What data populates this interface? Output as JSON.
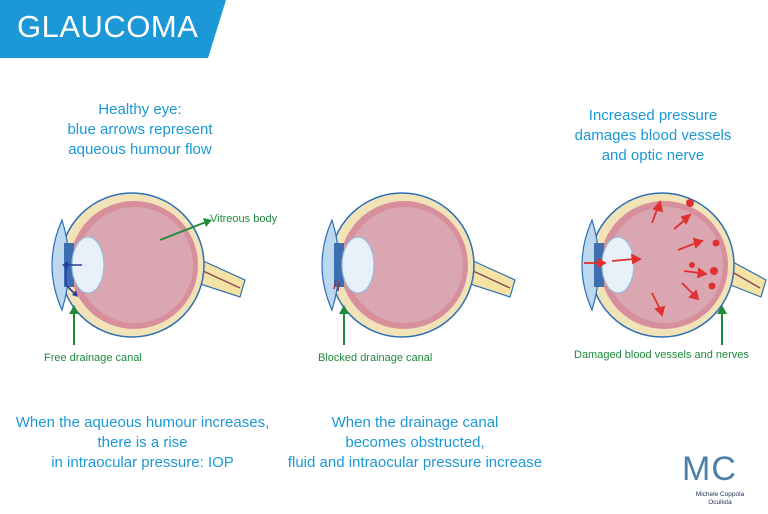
{
  "title": "GLAUCOMA",
  "captions": {
    "healthy": [
      "Healthy eye:",
      "blue arrows represent",
      "aqueous humour flow"
    ],
    "pressure": [
      "Increased pressure",
      "damages blood vessels",
      "and optic nerve"
    ]
  },
  "labels": {
    "vitreous": "Vitreous body",
    "free_canal": "Free drainage canal",
    "blocked_canal": "Blocked drainage canal",
    "damaged": "Damaged blood vessels and nerves"
  },
  "bottom": {
    "left": [
      "When the aqueous humour increases,",
      "there is a rise",
      "in intraocular pressure: IOP"
    ],
    "right": [
      "When the drainage canal",
      "becomes obstructed,",
      "fluid and intraocular pressure increase"
    ]
  },
  "logo": {
    "initials": "MC",
    "name": "Michele Coppola",
    "role": "Oculista"
  },
  "colors": {
    "brand_blue": "#1b98d5",
    "label_green": "#1f8a3c",
    "arrow_red": "#e0302f",
    "flow_blue": "#2a3ea0"
  }
}
